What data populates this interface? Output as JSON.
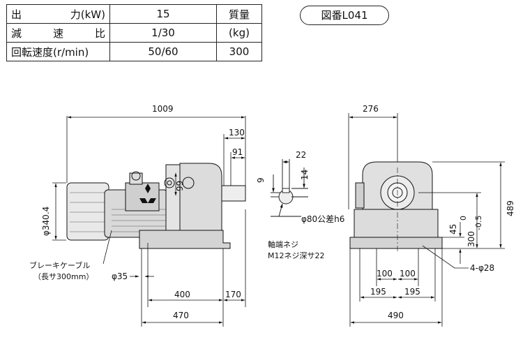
{
  "spec_table": {
    "rows": [
      {
        "label_chars": [
          "出",
          "力(kW)"
        ],
        "value": "15"
      },
      {
        "label_chars": [
          "減",
          "速",
          "比"
        ],
        "value": "1/30"
      },
      {
        "label": "回転速度(r/min)",
        "value": "50/60"
      }
    ],
    "mass_header_1": "質量",
    "mass_header_2": "(kg)",
    "mass_value": "300"
  },
  "drawing_number": "図番L041",
  "dimensions": {
    "overall_length": "1009",
    "shaft_projection": "130",
    "shaft_key_offset": "91",
    "motor_diameter": "φ340.4",
    "height_99": "99",
    "brake_cable_line1": "ブレーキケーブル",
    "brake_cable_line2": "（長サ300mm）",
    "cable_diameter": "φ35",
    "base_400": "400",
    "base_170": "170",
    "base_470": "470",
    "key_width": "22",
    "key_depth": "14",
    "key_9": "9",
    "shaft_diameter": "φ80公差h6",
    "tap_line1": "軸端ネジ",
    "tap_line2": "M12ネジ深サ22",
    "front_width_top": "276",
    "front_height": "489",
    "shaft_height": "300",
    "shaft_height_tol_upper": "0",
    "shaft_height_tol_lower": "-0.5",
    "foot_45": "45",
    "holes": "4-φ28",
    "front_100a": "100",
    "front_100b": "100",
    "front_195a": "195",
    "front_195b": "195",
    "front_490": "490"
  }
}
